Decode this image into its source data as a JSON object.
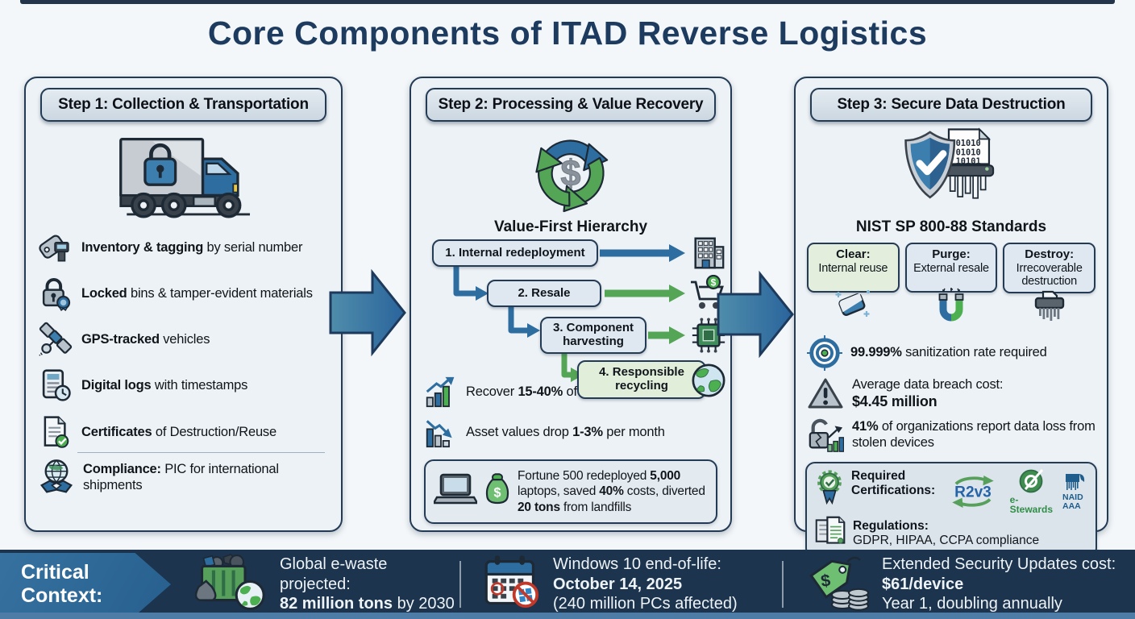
{
  "title": "Core Components of ITAD Reverse Logistics",
  "colors": {
    "title_navy": "#1d3a5f",
    "accent_blue": "#2e6da0",
    "accent_green": "#55a556",
    "panel_bg": "#edf2f6",
    "footer_bg": "#1c344d",
    "footer_strip": "#4d7ca6"
  },
  "step1": {
    "header": "Step 1: Collection & Transportation",
    "icon": "locked-truck-icon",
    "bullets": [
      {
        "icon": "tag-scanner-icon",
        "segments": [
          {
            "t": "Inventory & tagging",
            "b": 1
          },
          {
            "t": " by serial number",
            "b": 0
          }
        ]
      },
      {
        "icon": "lock-badge-icon",
        "segments": [
          {
            "t": "Locked",
            "b": 1
          },
          {
            "t": " bins & tamper-evident materials",
            "b": 0
          }
        ]
      },
      {
        "icon": "satellite-icon",
        "segments": [
          {
            "t": "GPS-tracked",
            "b": 1
          },
          {
            "t": " vehicles",
            "b": 0
          }
        ]
      },
      {
        "icon": "tablet-clock-icon",
        "segments": [
          {
            "t": "Digital logs",
            "b": 1
          },
          {
            "t": " with timestamps",
            "b": 0
          }
        ]
      },
      {
        "icon": "document-check-icon",
        "segments": [
          {
            "t": "Certificates",
            "b": 1
          },
          {
            "t": " of Destruction/Reuse",
            "b": 0
          }
        ]
      },
      {
        "icon": "globe-handshake-icon",
        "segments": [
          {
            "t": "Compliance:",
            "b": 1
          },
          {
            "t": " PIC for international shipments",
            "b": 0
          }
        ]
      }
    ]
  },
  "step2": {
    "header": "Step 2: Processing & Value Recovery",
    "icon": "recycle-dollar-icon",
    "hierarchy_title": "Value-First Hierarchy",
    "hierarchy": [
      {
        "label": "1. Internal redeployment",
        "icon": "building-icon"
      },
      {
        "label": "2. Resale",
        "icon": "shopping-cart-icon"
      },
      {
        "label": "3. Component harvesting",
        "icon": "chip-icon"
      },
      {
        "label": "4. Responsible recycling",
        "icon": "globe-icon"
      }
    ],
    "stats": [
      {
        "icon": "chart-up-icon",
        "segments": [
          {
            "t": "Recover ",
            "b": 0
          },
          {
            "t": "15-40%",
            "b": 1
          },
          {
            "t": " of asset value",
            "b": 0
          }
        ]
      },
      {
        "icon": "chart-down-icon",
        "segments": [
          {
            "t": "Asset values drop ",
            "b": 0
          },
          {
            "t": "1-3%",
            "b": 1
          },
          {
            "t": " per month",
            "b": 0
          }
        ]
      }
    ],
    "case_study": {
      "icons": [
        "laptop-icon",
        "money-bag-icon"
      ],
      "segments": [
        {
          "t": "Fortune 500 redeployed ",
          "b": 0
        },
        {
          "t": "5,000",
          "b": 1
        },
        {
          "t": " laptops, saved ",
          "b": 0
        },
        {
          "t": "40%",
          "b": 1
        },
        {
          "t": " costs, diverted ",
          "b": 0
        },
        {
          "t": "20 tons",
          "b": 1
        },
        {
          "t": " from landfills",
          "b": 0
        }
      ]
    }
  },
  "step3": {
    "header": "Step 3: Secure Data Destruction",
    "icon": "shield-shredder-icon",
    "shield_binary": [
      "01010",
      "01010",
      "10101"
    ],
    "standards_title": "NIST SP 800-88 Standards",
    "methods": [
      {
        "title": "Clear:",
        "desc": "Internal reuse",
        "icon": "wipe-icon"
      },
      {
        "title": "Purge:",
        "desc": "External resale",
        "icon": "magnet-icon"
      },
      {
        "title": "Destroy:",
        "desc": "Irrecoverable destruction",
        "icon": "shredder-icon"
      }
    ],
    "stats": [
      {
        "icon": "target-icon",
        "segments": [
          {
            "t": "99.999%",
            "b": 1
          },
          {
            "t": " sanitization rate required",
            "b": 0
          }
        ]
      },
      {
        "icon": "warning-icon",
        "lines": [
          [
            {
              "t": "Average data breach cost:",
              "b": 0
            }
          ],
          [
            {
              "t": "$4.45 million",
              "b": 1
            }
          ]
        ]
      },
      {
        "icon": "broken-lock-chart-icon",
        "segments": [
          {
            "t": "41%",
            "b": 1
          },
          {
            "t": " of organizations report data loss from stolen devices",
            "b": 0
          }
        ]
      }
    ],
    "certifications": {
      "icon": "ribbon-check-icon",
      "cert_label": "Required Certifications:",
      "logos": {
        "r2v3": "R2v3",
        "estewards": "e-Stewards",
        "naid": "NAID AAA"
      },
      "reg_icon": "regulation-docs-icon",
      "reg_label": "Regulations:",
      "reg_desc": "GDPR, HIPAA, CCPA compliance"
    }
  },
  "footer": {
    "label": "Critical Context:",
    "items": [
      {
        "icon": "ewaste-bin-icon",
        "lines": [
          [
            {
              "t": "Global e-waste projected:",
              "b": 0
            }
          ],
          [
            {
              "t": "82 million tons",
              "b": 1
            },
            {
              "t": " by 2030",
              "b": 0
            }
          ]
        ]
      },
      {
        "icon": "calendar-eol-icon",
        "lines": [
          [
            {
              "t": "Windows 10 end-of-life:",
              "b": 0
            }
          ],
          [
            {
              "t": "October 14, 2025",
              "b": 1
            }
          ],
          [
            {
              "t": "(240 million PCs affected)",
              "b": 0
            }
          ]
        ]
      },
      {
        "icon": "price-tag-coins-icon",
        "lines": [
          [
            {
              "t": "Extended Security Updates cost:",
              "b": 0
            }
          ],
          [
            {
              "t": "$61/device",
              "b": 1
            }
          ],
          [
            {
              "t": "Year 1, doubling annually",
              "b": 0
            }
          ]
        ]
      }
    ]
  }
}
